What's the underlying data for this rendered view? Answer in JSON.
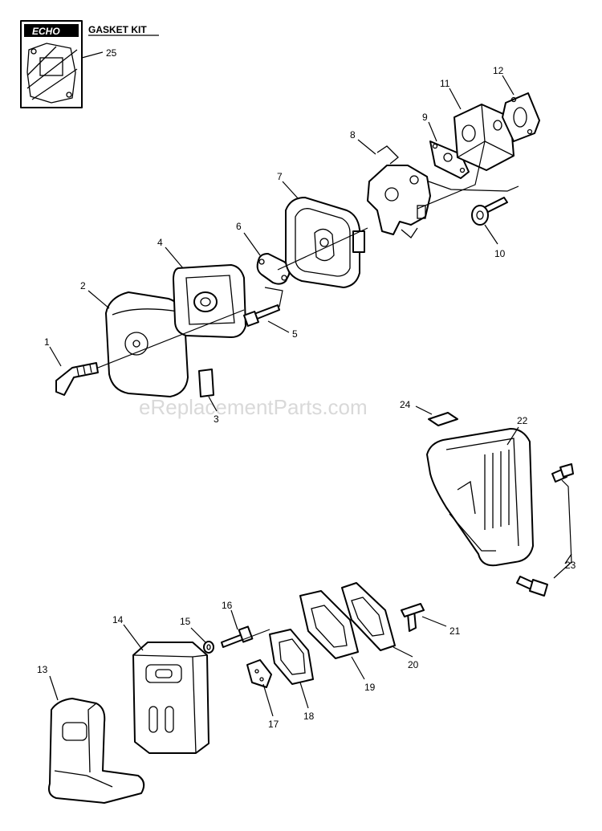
{
  "brand_logo": "ECHO",
  "kit_label": "GASKET KIT",
  "watermark": "eReplacementParts.com",
  "callouts": {
    "n1": "1",
    "n2": "2",
    "n3": "3",
    "n4": "4",
    "n5": "5",
    "n6": "6",
    "n7": "7",
    "n8": "8",
    "n9": "9",
    "n10": "10",
    "n11": "11",
    "n12": "12",
    "n13": "13",
    "n14": "14",
    "n15": "15",
    "n16": "16",
    "n17": "17",
    "n18": "18",
    "n19": "19",
    "n20": "20",
    "n21": "21",
    "n22": "22",
    "n23": "23",
    "n24": "24",
    "n25": "25"
  }
}
